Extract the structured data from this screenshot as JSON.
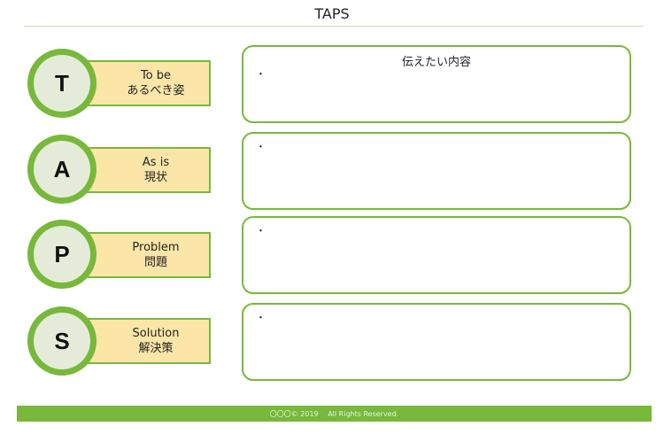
{
  "title": "TAPS",
  "content_heading": "伝えたい内容",
  "bullet": "・",
  "rows": [
    {
      "letter": "T",
      "label_en": "To be",
      "label_ja": "あるべき姿"
    },
    {
      "letter": "A",
      "label_en": "As is",
      "label_ja": "現状"
    },
    {
      "letter": "P",
      "label_en": "Problem",
      "label_ja": "問題"
    },
    {
      "letter": "S",
      "label_en": "Solution",
      "label_ja": "解決策"
    }
  ],
  "footer": "〇〇〇© 2019　 All Rights Reserved.",
  "colors": {
    "accent": "#78b83a",
    "label_fill": "#fbe6a8",
    "circle_fill": "#e4ecd9"
  }
}
